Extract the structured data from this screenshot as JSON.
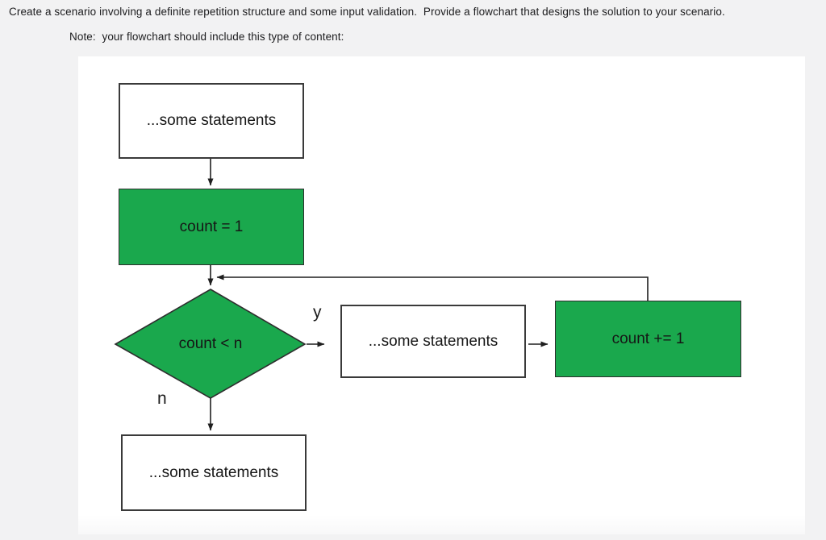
{
  "header": {
    "prompt": "Create a scenario involving a definite repetition structure and some input validation.  Provide a flowchart that designs the solution to your scenario.",
    "note": "Note:  your flowchart should include this type of content:"
  },
  "flowchart": {
    "type": "flowchart",
    "nodes": {
      "start_statements": {
        "label": "...some statements",
        "shape": "rectangle",
        "fill": "#ffffff"
      },
      "init_counter": {
        "label": "count = 1",
        "shape": "rectangle",
        "fill": "#1aa84d"
      },
      "loop_condition": {
        "label": "count < n",
        "shape": "diamond",
        "fill": "#1aa84d"
      },
      "loop_body": {
        "label": "...some statements",
        "shape": "rectangle",
        "fill": "#ffffff"
      },
      "increment": {
        "label": "count += 1",
        "shape": "rectangle",
        "fill": "#1aa84d"
      },
      "end_statements": {
        "label": "...some statements",
        "shape": "rectangle",
        "fill": "#ffffff"
      }
    },
    "edge_labels": {
      "yes": "y",
      "no": "n"
    },
    "edges": [
      "start_statements -> init_counter",
      "init_counter -> loop_condition",
      "loop_condition -y-> loop_body",
      "loop_body -> increment",
      "increment -> loop_condition (loop back)",
      "loop_condition -n-> end_statements"
    ],
    "colors": {
      "green_fill": "#1aa84d",
      "box_border": "#3a3a3a",
      "line": "#1f1f1f",
      "panel_background": "#ffffff",
      "page_background": "#f2f2f3",
      "text": "#1c1c1e"
    }
  }
}
